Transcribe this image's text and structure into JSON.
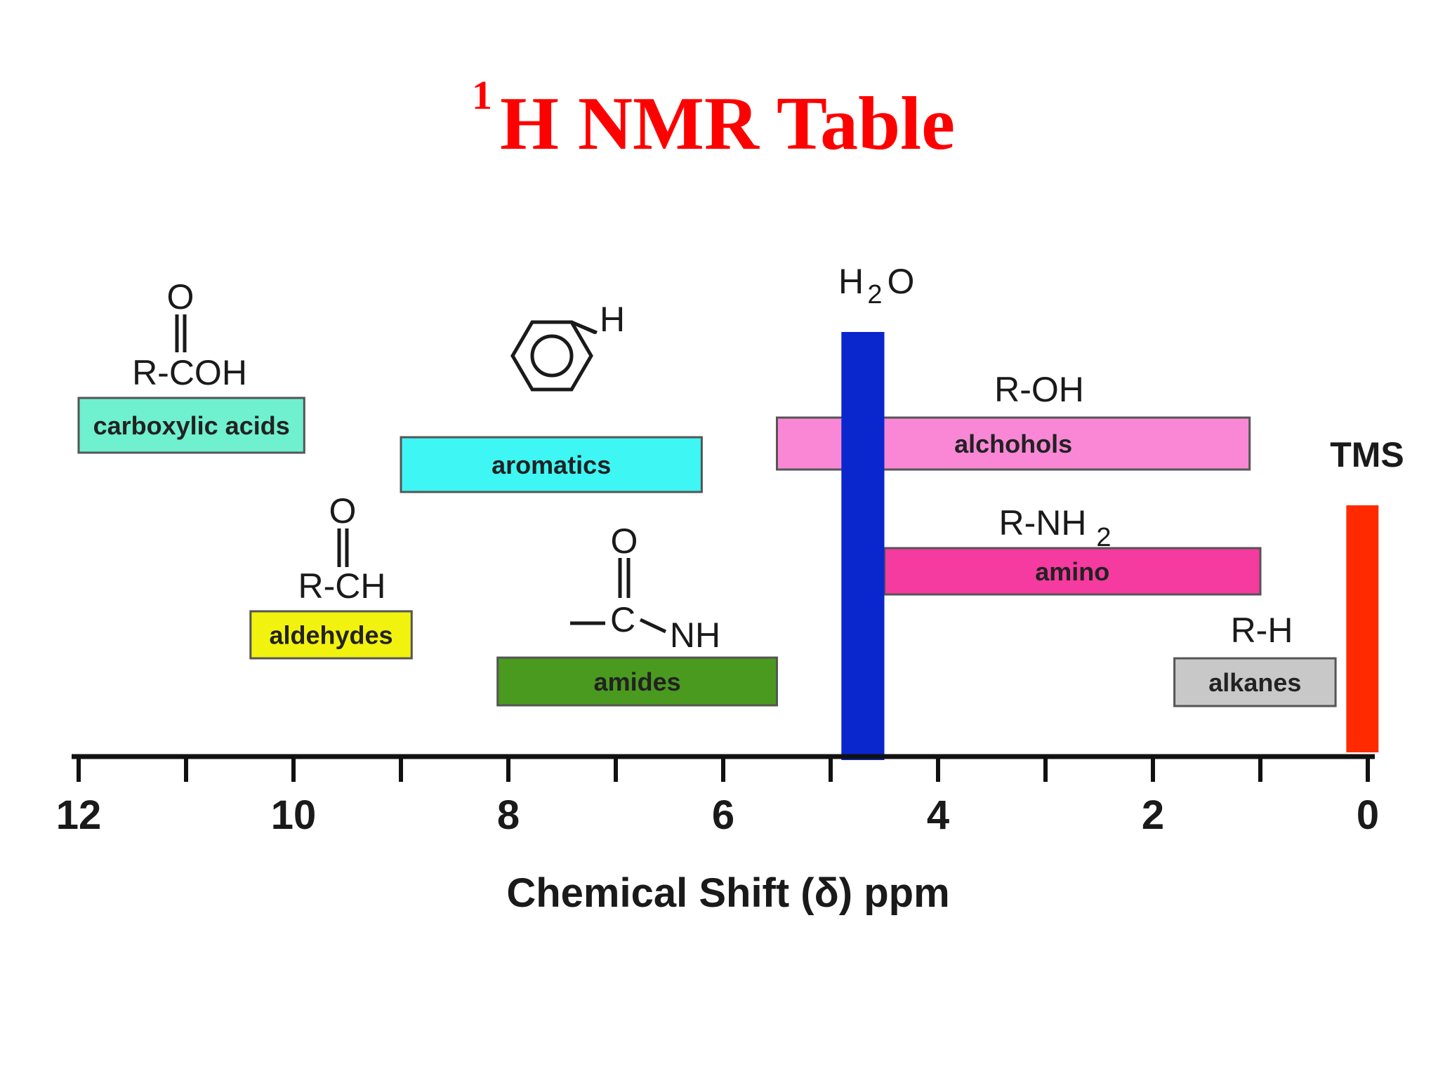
{
  "page": {
    "title_superscript": "1",
    "title_text": "H NMR Table",
    "title_color": "#ff0000"
  },
  "chart_data": {
    "type": "range-bar",
    "title": "1H NMR Table",
    "xlabel": "Chemical Shift (δ) ppm",
    "x_reversed": true,
    "xlim": [
      12,
      0
    ],
    "xticks_major": [
      12,
      10,
      8,
      6,
      4,
      2,
      0
    ],
    "xticks_minor": [
      11,
      9,
      7,
      5,
      3,
      1
    ],
    "series": [
      {
        "name": "carboxylic acids",
        "range": [
          12.0,
          9.9
        ],
        "color": "#6ff0cf",
        "structure": "R-COOH"
      },
      {
        "name": "aromatics",
        "range": [
          9.0,
          6.2
        ],
        "color": "#3ef6f4",
        "structure": "benzene-H"
      },
      {
        "name": "aldehydes",
        "range": [
          10.4,
          8.9
        ],
        "color": "#f2f20f",
        "structure": "R-CHO"
      },
      {
        "name": "amides",
        "range": [
          8.1,
          5.5
        ],
        "color": "#4a9a1f",
        "structure": "-C(=O)-NH"
      },
      {
        "name": "alchohols",
        "range": [
          5.5,
          1.1
        ],
        "color": "#fa87d6",
        "structure": "R-OH"
      },
      {
        "name": "amino",
        "range": [
          4.5,
          1.0
        ],
        "color": "#f53aa0",
        "structure": "R-NH2"
      },
      {
        "name": "alkanes",
        "range": [
          1.8,
          0.3
        ],
        "color": "#c8c8c8",
        "structure": "R-H"
      }
    ],
    "markers": [
      {
        "name": "H2O",
        "range": [
          4.9,
          4.5
        ],
        "color": "#0a27cd"
      },
      {
        "name": "TMS",
        "range": [
          0.2,
          -0.1
        ],
        "color": "#ff2a00"
      }
    ],
    "structure_labels": {
      "carbonyl_o": "O",
      "acid": "R-COH",
      "aldehyde": "R-CH",
      "aromatic_h": "H",
      "amide_c": "C",
      "amide_nh": "NH",
      "alcohol": "R-OH",
      "amine_base": "R-NH",
      "amine_sub": "2",
      "alkane": "R-H",
      "water_h": "H",
      "water_sub": "2",
      "water_o": "O",
      "tms": "TMS"
    }
  }
}
